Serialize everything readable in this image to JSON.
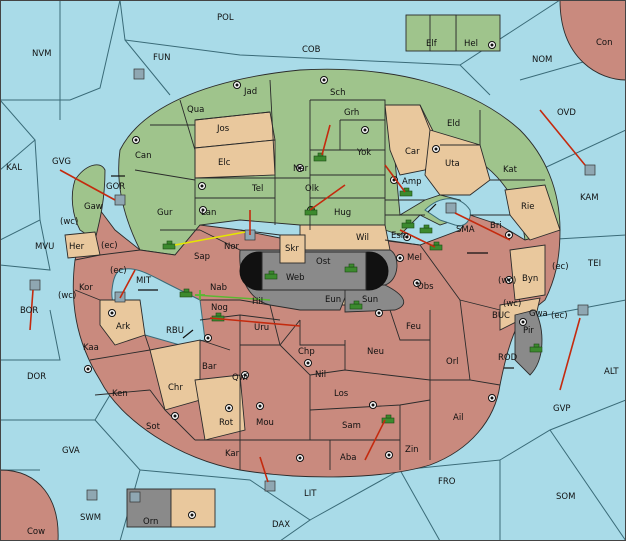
{
  "sea": [
    "POL",
    "NVM",
    "FUN",
    "COB",
    "NOM",
    "Con",
    "OVD",
    "KAL",
    "GVG",
    "KAM",
    "MVU",
    "(wc)",
    "(ec)",
    "TEI",
    "BOR",
    "MIT",
    "RBU",
    "BUC",
    "ALT",
    "DOR",
    "ROD",
    "GVP",
    "GVA",
    "FRO",
    "SOM",
    "SWM",
    "Cow",
    "LIT",
    "DAX"
  ],
  "land": [
    "Elf",
    "Hel",
    "Jad",
    "Sch",
    "Qua",
    "Jos",
    "Grh",
    "Eld",
    "Can",
    "Elc",
    "Nar",
    "Yok",
    "Car",
    "Uta",
    "Kat",
    "Tel",
    "Olk",
    "Amp",
    "Gur",
    "Lan",
    "Hug",
    "Rie",
    "Bri",
    "Esm",
    "SMA",
    "Wil",
    "Gaw",
    "GOR",
    "Her",
    "Sap",
    "Nor",
    "Skr",
    "Ost",
    "Mel",
    "Byn",
    "Web",
    "Kor",
    "Nab",
    "Obs",
    "Hil",
    "Eun",
    "Sun",
    "Gwa",
    "Ark",
    "Nog",
    "Uru",
    "Feu",
    "Pir",
    "Chp",
    "Neu",
    "Orl",
    "Bar",
    "Qwi",
    "Nil",
    "Kaa",
    "Ken",
    "Chr",
    "Los",
    "Ail",
    "Sot",
    "Rot",
    "Mou",
    "Sam",
    "Zin",
    "Kar",
    "Aba",
    "Orn"
  ]
}
